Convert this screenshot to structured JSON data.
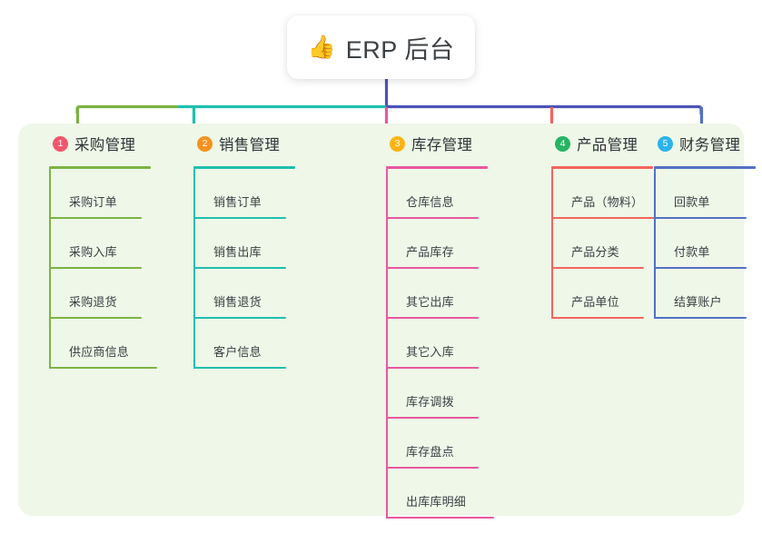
{
  "root": {
    "icon": "thumbs-up-icon",
    "icon_glyph": "👍",
    "title": "ERP 后台"
  },
  "panel": {
    "background_color": "#eef7e8"
  },
  "trunk": {
    "color": "#4c53b8"
  },
  "columns": [
    {
      "index": "1",
      "title": "采购管理",
      "badge_color": "#f2566d",
      "line_color": "#7cb342",
      "header_rule_width": 112,
      "items": [
        {
          "label": "采购订单"
        },
        {
          "label": "采购入库"
        },
        {
          "label": "采购退货"
        },
        {
          "label": "供应商信息"
        }
      ]
    },
    {
      "index": "2",
      "title": "销售管理",
      "badge_color": "#f6921e",
      "line_color": "#1fbfae",
      "header_rule_width": 112,
      "items": [
        {
          "label": "销售订单"
        },
        {
          "label": "销售出库"
        },
        {
          "label": "销售退货"
        },
        {
          "label": "客户信息"
        }
      ]
    },
    {
      "index": "3",
      "title": "库存管理",
      "badge_color": "#fcb415",
      "line_color": "#e9579f",
      "header_rule_width": 112,
      "items": [
        {
          "label": "仓库信息"
        },
        {
          "label": "产品库存"
        },
        {
          "label": "其它出库"
        },
        {
          "label": "其它入库"
        },
        {
          "label": "库存调拨"
        },
        {
          "label": "库存盘点"
        },
        {
          "label": "出库库明细"
        }
      ]
    },
    {
      "index": "4",
      "title": "产品管理",
      "badge_color": "#28b463",
      "line_color": "#f4655c",
      "header_rule_width": 112,
      "items": [
        {
          "label": "产品（物料）"
        },
        {
          "label": "产品分类"
        },
        {
          "label": "产品单位"
        }
      ]
    },
    {
      "index": "5",
      "title": "财务管理",
      "badge_color": "#2bb3ec",
      "line_color": "#5271c4",
      "header_rule_width": 112,
      "items": [
        {
          "label": "回款单"
        },
        {
          "label": "付款单"
        },
        {
          "label": "结算账户"
        }
      ]
    }
  ]
}
